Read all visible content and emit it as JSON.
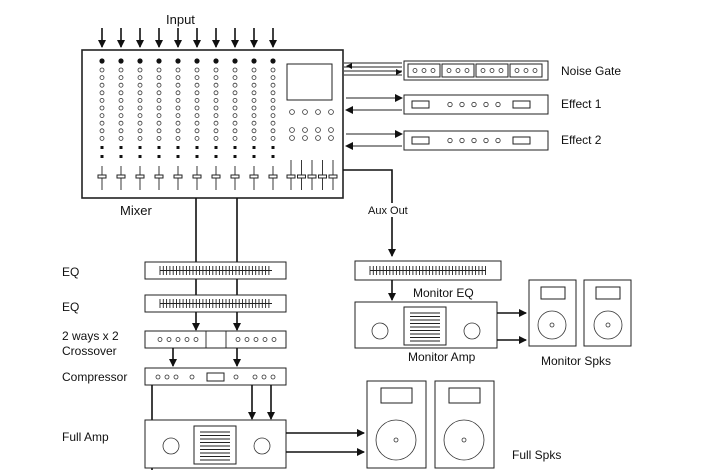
{
  "labels": {
    "input": "Input",
    "mixer": "Mixer",
    "noise_gate": "Noise Gate",
    "effect1": "Effect 1",
    "effect2": "Effect 2",
    "aux_out": "Aux Out",
    "eq1": "EQ",
    "eq2": "EQ",
    "crossover_line1": "2 ways x 2",
    "crossover_line2": "Crossover",
    "compressor": "Compressor",
    "full_amp": "Full Amp",
    "full_spks": "Full Spks",
    "monitor_eq": "Monitor EQ",
    "monitor_amp": "Monitor Amp",
    "monitor_spks": "Monitor Spks"
  }
}
